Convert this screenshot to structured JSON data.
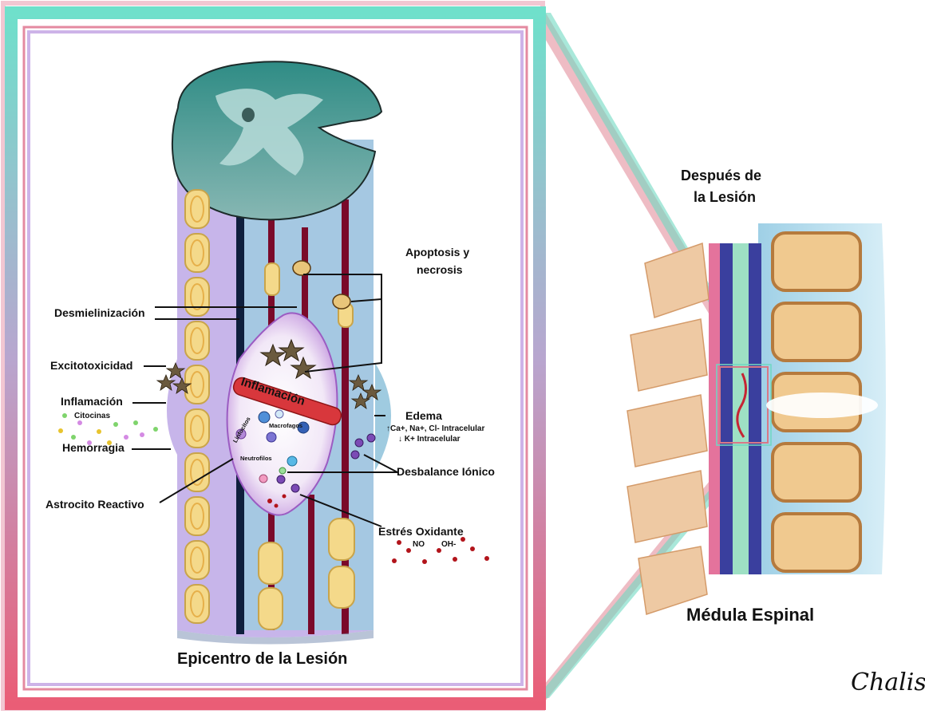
{
  "labels": {
    "despues": "Después de",
    "lesion_after": "la Lesión",
    "apoptosis_1": "Apoptosis y",
    "apoptosis_2": "necrosis",
    "desmielinizacion": "Desmielinización",
    "excitotoxicidad": "Excitotoxicidad",
    "inflamacion": "Inflamación",
    "citocinas": "Citocinas",
    "hemorragia": "Hemorragia",
    "astrocito": "Astrocito  Reactivo",
    "inflamacion_center": "Inflamación",
    "macrofagos": "Macrofagos",
    "linfocitos": "Linfocitos",
    "neutrofilos": "Neutrofilos",
    "edema": "Edema",
    "ions_1": "↑Ca+, Na+, Cl- Intracelular",
    "ions_2": "↓ K+ Intracelular",
    "desbalance": "Desbalance Iónico",
    "estres": "Estrés Oxidante",
    "no": "NO",
    "oh": "OH-",
    "epicentro": "Epicentro de la Lesión",
    "medula": "Médula Espinal",
    "signature": "Chalis"
  },
  "colors": {
    "frame_teal": "#5fd6c4",
    "frame_pink": "#e7677a",
    "frame_lilac": "#d8b6ea",
    "cord_teal": "#4f8f8c",
    "tissue_lilac": "#c9b3e8",
    "tissue_blue": "#9fcfe0",
    "axon_maroon": "#7a0a2a",
    "axon_navy": "#0f1f3d",
    "myelin_yellow": "#f4d98a",
    "vertebra_tan": "#eec9a3",
    "vertebra_blue_bg": "#a8d4e6"
  }
}
